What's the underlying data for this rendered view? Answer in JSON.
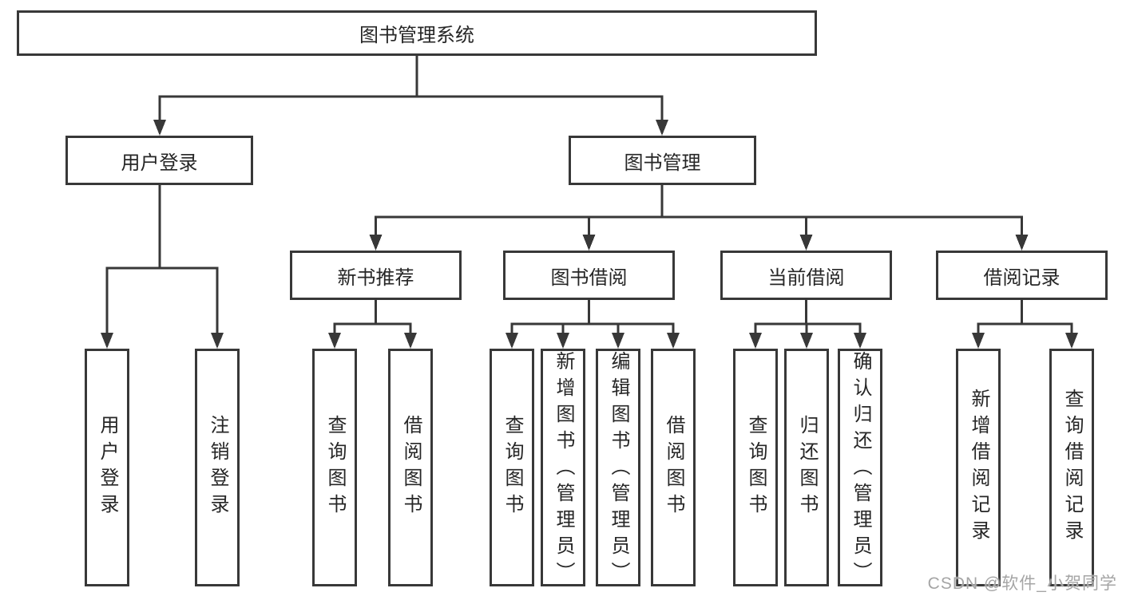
{
  "diagram": {
    "title_node": {
      "label": "图书管理系统"
    },
    "level2": [
      {
        "label": "用户登录"
      },
      {
        "label": "图书管理"
      }
    ],
    "level3": [
      {
        "label": "新书推荐",
        "parent": "图书管理"
      },
      {
        "label": "图书借阅",
        "parent": "图书管理"
      },
      {
        "label": "当前借阅",
        "parent": "图书管理"
      },
      {
        "label": "借阅记录",
        "parent": "图书管理"
      }
    ],
    "leaves": [
      {
        "label": "用户登录",
        "parent": "用户登录"
      },
      {
        "label": "注销登录",
        "parent": "用户登录"
      },
      {
        "label": "查询图书",
        "parent": "新书推荐"
      },
      {
        "label": "借阅图书",
        "parent": "新书推荐"
      },
      {
        "label": "查询图书",
        "parent": "图书借阅"
      },
      {
        "label": "新增图书（管理员）",
        "parent": "图书借阅"
      },
      {
        "label": "编辑图书（管理员）",
        "parent": "图书借阅"
      },
      {
        "label": "借阅图书",
        "parent": "图书借阅"
      },
      {
        "label": "查询图书",
        "parent": "当前借阅"
      },
      {
        "label": "归还图书",
        "parent": "当前借阅"
      },
      {
        "label": "确认归还（管理员）",
        "parent": "当前借阅"
      },
      {
        "label": "新增借阅记录",
        "parent": "借阅记录"
      },
      {
        "label": "查询借阅记录",
        "parent": "借阅记录"
      }
    ]
  },
  "watermark": {
    "text": "CSDN @软件_小贺同学"
  },
  "colors": {
    "line": "#383838",
    "box_border": "#383838",
    "text": "#262626",
    "watermark": "#a5a5a5",
    "background": "#ffffff"
  }
}
